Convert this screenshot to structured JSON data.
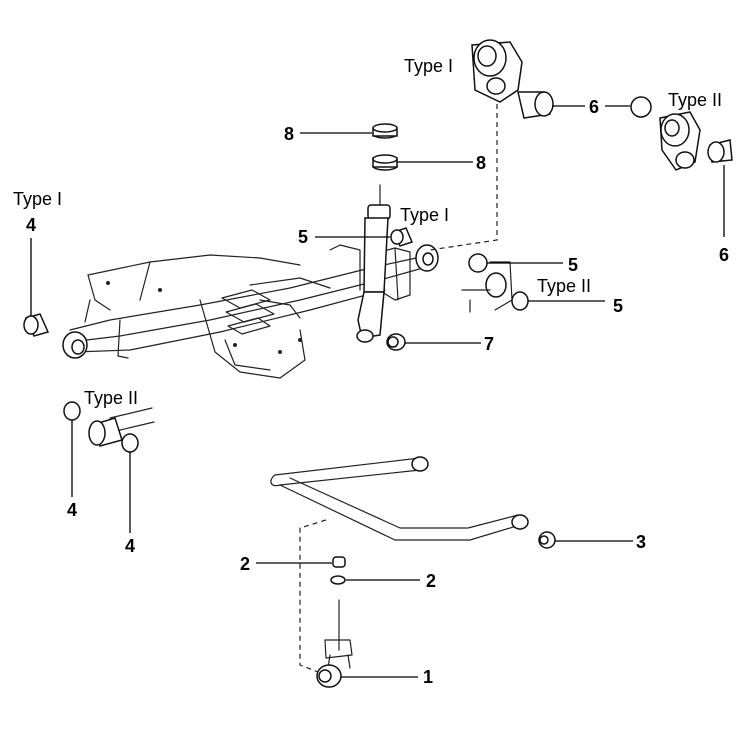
{
  "labels": {
    "n1": "1",
    "n2a": "2",
    "n2b": "2",
    "n3": "3",
    "n4a": "4",
    "n4b": "4",
    "n4c": "4",
    "n5a": "5",
    "n5b": "5",
    "n5c": "5",
    "n6a": "6",
    "n6b": "6",
    "n7": "7",
    "n8a": "8",
    "n8b": "8"
  },
  "types": {
    "t_rear_top_1": "Type I",
    "t_rear_top_2": "Type II",
    "t_left_1": "Type I",
    "t_left_2": "Type II",
    "t_shock_1": "Type I",
    "t_shock_2": "Type II"
  }
}
